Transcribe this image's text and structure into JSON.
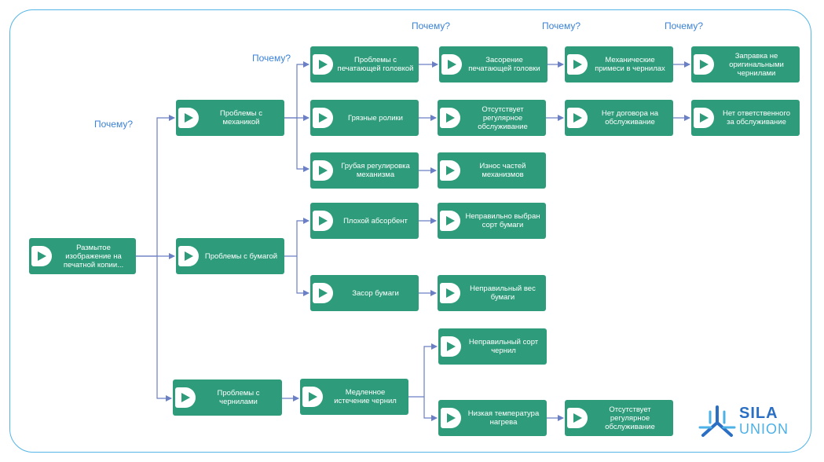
{
  "why_label": "Почему?",
  "nodes": {
    "root": "Размытое изображение на печатной копии...",
    "mech": "Проблемы с механикой",
    "paper": "Проблемы с бумагой",
    "ink": "Проблемы с чернилами",
    "head": "Проблемы с печатающей головкой",
    "rollers": "Грязные ролики",
    "coarse": "Грубая регулировка механизма",
    "clog_head": "Засорение печатающей головки",
    "no_service_1": "Отсутствует регулярное обслуживание",
    "wear": "Износ частей механизмов",
    "mech_impurities": "Механические примеси в чернилах",
    "no_contract": "Нет договора на обслуживание",
    "non_original": "Заправка не оригинальными чернилами",
    "no_responsible": "Нет ответственного за обслуживание",
    "bad_absorbent": "Плохой абсорбент",
    "wrong_paper_grade": "Неправильно выбран сорт бумаги",
    "paper_jam": "Засор бумаги",
    "wrong_weight": "Неправильный вес бумаги",
    "slow_flow": "Медленное истечение чернил",
    "wrong_ink_grade": "Неправильный сорт чернил",
    "low_temp": "Низкая температура нагрева",
    "no_service_2": "Отсутствует регулярное обслуживание"
  },
  "logo": {
    "line1": "SILA",
    "line2": "UNION"
  },
  "colors": {
    "node": "#2e9c7a",
    "link": "#6b7fc4",
    "why": "#3b82d8",
    "frame": "#54b6e8"
  }
}
